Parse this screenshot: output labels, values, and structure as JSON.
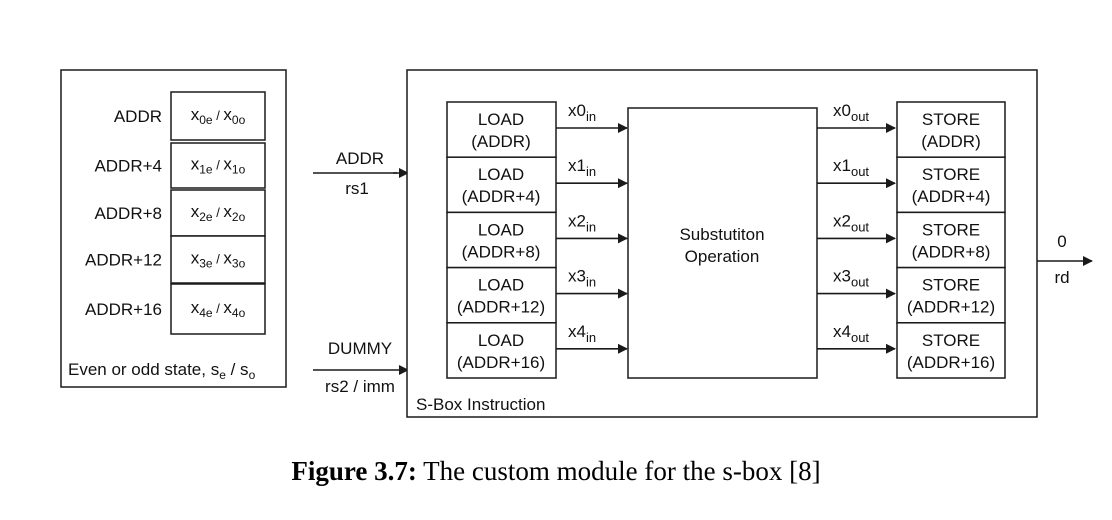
{
  "memory": {
    "rows": [
      {
        "addr": "ADDR",
        "x": "x",
        "i": "0"
      },
      {
        "addr": "ADDR+4",
        "x": "x",
        "i": "1"
      },
      {
        "addr": "ADDR+8",
        "x": "x",
        "i": "2"
      },
      {
        "addr": "ADDR+12",
        "x": "x",
        "i": "3"
      },
      {
        "addr": "ADDR+16",
        "x": "x",
        "i": "4"
      }
    ],
    "cell_sub_e": "e",
    "cell_sub_o": "o",
    "cell_sep": " / ",
    "state_text": "Even or odd state, s",
    "state_sub_e": "e",
    "state_sep": " / s",
    "state_sub_o": "o"
  },
  "inputs": {
    "rs1_top": "ADDR",
    "rs1_bottom": "rs1",
    "rs2_top": "DUMMY",
    "rs2_bottom": "rs2 / imm"
  },
  "sbox": {
    "title": "S-Box Instruction",
    "loads": [
      {
        "line1": "LOAD",
        "line2": "(ADDR)"
      },
      {
        "line1": "LOAD",
        "line2": "(ADDR+4)"
      },
      {
        "line1": "LOAD",
        "line2": "(ADDR+8)"
      },
      {
        "line1": "LOAD",
        "line2": "(ADDR+12)"
      },
      {
        "line1": "LOAD",
        "line2": "(ADDR+16)"
      }
    ],
    "in_labels": [
      {
        "base": "x0",
        "sub": "in"
      },
      {
        "base": "x1",
        "sub": "in"
      },
      {
        "base": "x2",
        "sub": "in"
      },
      {
        "base": "x3",
        "sub": "in"
      },
      {
        "base": "x4",
        "sub": "in"
      }
    ],
    "op_line1": "Substutiton",
    "op_line2": "Operation",
    "out_labels": [
      {
        "base": "x0",
        "sub": "out"
      },
      {
        "base": "x1",
        "sub": "out"
      },
      {
        "base": "x2",
        "sub": "out"
      },
      {
        "base": "x3",
        "sub": "out"
      },
      {
        "base": "x4",
        "sub": "out"
      }
    ],
    "stores": [
      {
        "line1": "STORE",
        "line2": "(ADDR)"
      },
      {
        "line1": "STORE",
        "line2": "(ADDR+4)"
      },
      {
        "line1": "STORE",
        "line2": "(ADDR+8)"
      },
      {
        "line1": "STORE",
        "line2": "(ADDR+12)"
      },
      {
        "line1": "STORE",
        "line2": "(ADDR+16)"
      }
    ]
  },
  "output": {
    "value": "0",
    "name": "rd"
  },
  "caption": {
    "label": "Figure 3.7:",
    "text": " The custom module for the s-box [8]"
  }
}
